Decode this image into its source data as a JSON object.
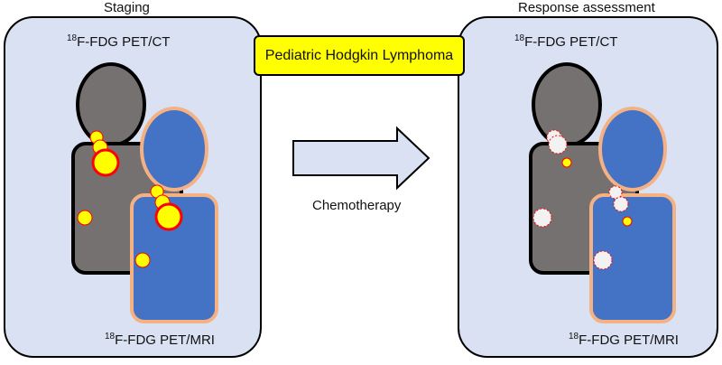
{
  "staging": {
    "title": "Staging",
    "top_modality": {
      "superscript": "18",
      "text": "F-FDG PET/CT"
    },
    "bottom_modality": {
      "superscript": "18",
      "text": "F-FDG PET/MRI"
    }
  },
  "response": {
    "title": "Response assessment",
    "top_modality": {
      "superscript": "18",
      "text": "F-FDG PET/CT"
    },
    "bottom_modality": {
      "superscript": "18",
      "text": "F-FDG PET/MRI"
    }
  },
  "center": {
    "title": "Pediatric Hodgkin Lymphoma",
    "arrow_label": "Chemotherapy"
  },
  "colors": {
    "panel_fill": "#d9e1f2",
    "panel_border": "#000000",
    "ct_body": "#767171",
    "mri_body": "#4472c4",
    "mri_outline": "#f4b183",
    "lesion_active": "#ffff00",
    "lesion_active_border": "#ff0000",
    "lesion_resolved": "#f2f2f2",
    "title_box": "#ffff00"
  }
}
